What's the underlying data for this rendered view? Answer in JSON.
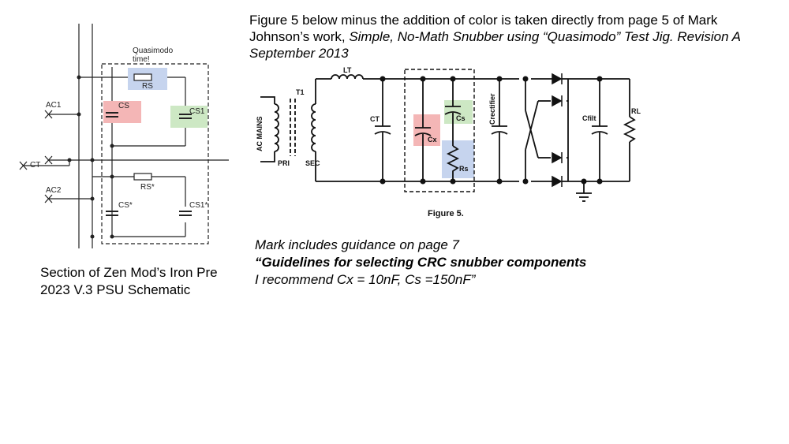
{
  "caption": {
    "line1": "Figure 5 below minus the addition of color is taken directly from page 5 of Mark",
    "line2_plain": "Johnson’s work, ",
    "line2_italic": "Simple, No-Math Snubber using “Quasimodo” Test Jig.  Revision A",
    "line3_italic": "September 2013"
  },
  "notes": {
    "line1": "Mark includes guidance on page 7",
    "line2": "“Guidelines for selecting CRC snubber components",
    "line3": "I recommend Cx = 10nF, Cs =150nF”"
  },
  "left_caption": {
    "line1": "Section of Zen Mod’s Iron Pre",
    "line2": "2023 V.3 PSU Schematic"
  },
  "left_schematic": {
    "quasimodo1": "Quasimodo",
    "quasimodo2": "time!",
    "rs": "RS",
    "cs": "CS",
    "cs1": "CS1",
    "ac1": "AC1",
    "ct": "CT",
    "ac2": "AC2",
    "rs_star": "RS*",
    "cs_star": "CS*",
    "cs1_star": "CS1*"
  },
  "right_schematic": {
    "lt": "LT",
    "t1": "T1",
    "ac_mains": "AC MAINS",
    "pri": "PRI",
    "sec": "SEC",
    "ct": "CT",
    "cx": "Cx",
    "cs": "Cs",
    "rs": "Rs",
    "crectifier": "Crectifier",
    "cfilt": "Cfilt",
    "rl": "RL",
    "figure_label": "Figure 5."
  },
  "colors": {
    "red_fill": "#f4b6b6",
    "green_fill": "#cde8c4",
    "blue_fill": "#c6d4ee"
  }
}
